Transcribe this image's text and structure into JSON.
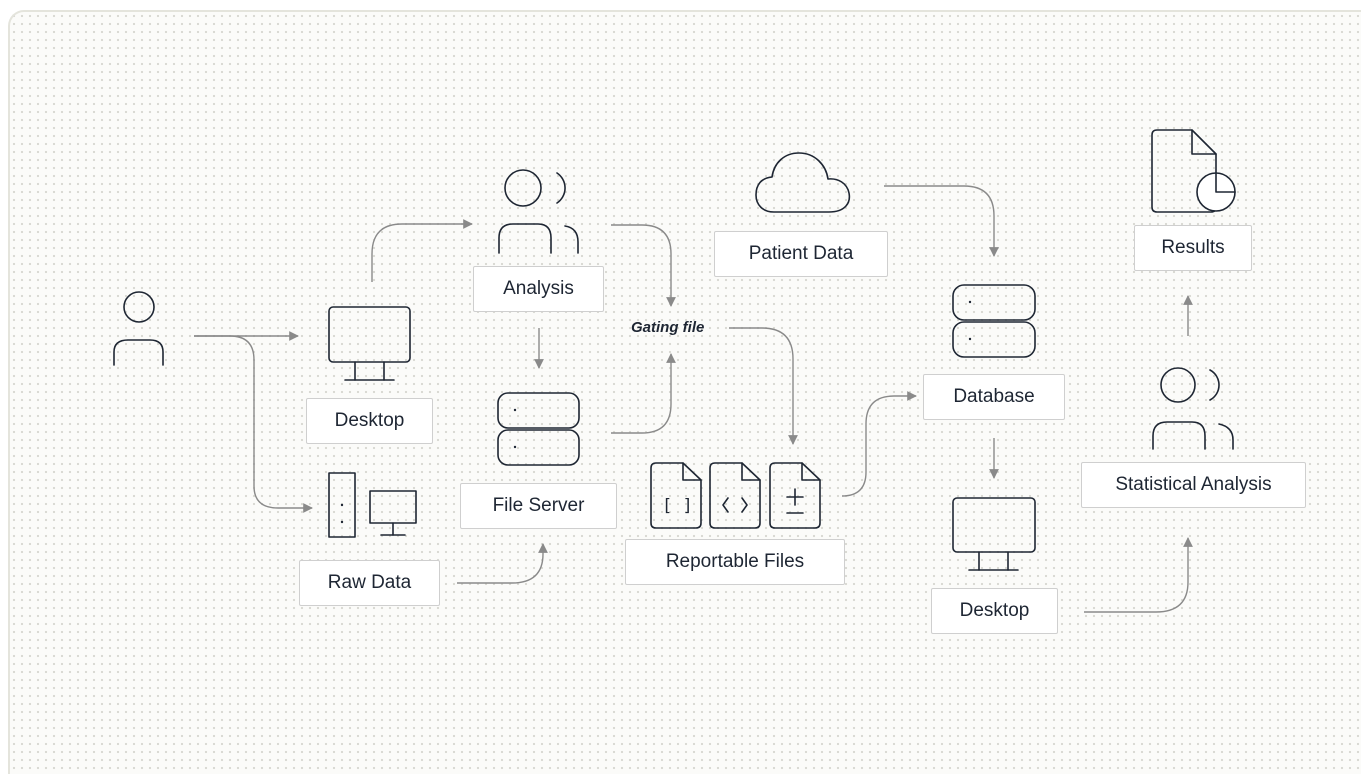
{
  "nodes": {
    "user": {
      "icon": "user-icon"
    },
    "desktop_1": {
      "label": "Desktop",
      "icon": "monitor-icon"
    },
    "raw_data": {
      "label": "Raw Data",
      "icon": "workstation-icon"
    },
    "analysis": {
      "label": "Analysis",
      "icon": "users-icon"
    },
    "file_server": {
      "label": "File Server",
      "icon": "server-icon"
    },
    "gating_file": {
      "label": "Gating file"
    },
    "reportable_files": {
      "label": "Reportable Files",
      "icons": [
        "json-file-icon",
        "code-file-icon",
        "diff-file-icon"
      ]
    },
    "patient_data": {
      "label": "Patient Data",
      "icon": "cloud-icon"
    },
    "database": {
      "label": "Database",
      "icon": "database-icon"
    },
    "desktop_2": {
      "label": "Desktop",
      "icon": "monitor-icon"
    },
    "statistical_analysis": {
      "label": "Statistical Analysis",
      "icon": "users-icon"
    },
    "results": {
      "label": "Results",
      "icon": "report-chart-icon"
    }
  },
  "colors": {
    "ink": "#1e2633",
    "connector": "#8a8a8a",
    "label_border": "#cfcfcf",
    "grid_dot": "#d8d8d2"
  }
}
